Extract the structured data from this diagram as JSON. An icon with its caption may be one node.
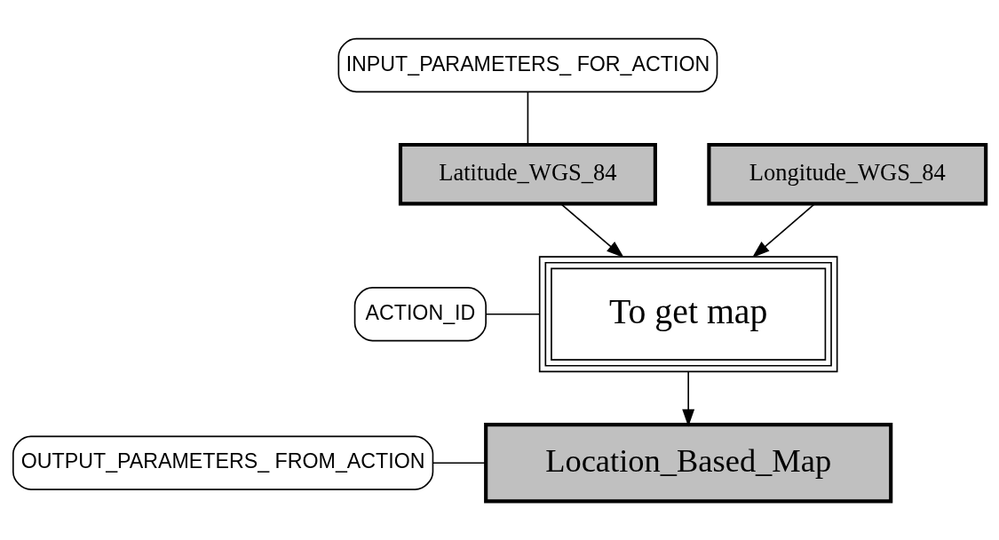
{
  "diagram": {
    "nodes": [
      {
        "text": [
          "INPUT_PARAMETERS_ FOR_ACTION"
        ]
      },
      {
        "text": [
          "Latitude_WGS_84"
        ]
      },
      {
        "text": [
          "Longitude_WGS_84"
        ]
      },
      {
        "text": [
          "To get map"
        ]
      },
      {
        "text": [
          "ACTION_ID"
        ]
      },
      {
        "text": [
          "Location_Based_Map"
        ]
      },
      {
        "text": [
          "OUTPUT_PARAMETERS_ FROM_ACTION"
        ]
      }
    ],
    "edges": [
      {
        "from": 0,
        "to": 1,
        "arrow": "none"
      },
      {
        "from": 1,
        "to": 3,
        "arrow": "to"
      },
      {
        "from": 2,
        "to": 3,
        "arrow": "to"
      },
      {
        "from": 4,
        "to": 3,
        "arrow": "none"
      },
      {
        "from": 3,
        "to": 5,
        "arrow": "to"
      },
      {
        "from": 6,
        "to": 5,
        "arrow": "none"
      }
    ]
  }
}
